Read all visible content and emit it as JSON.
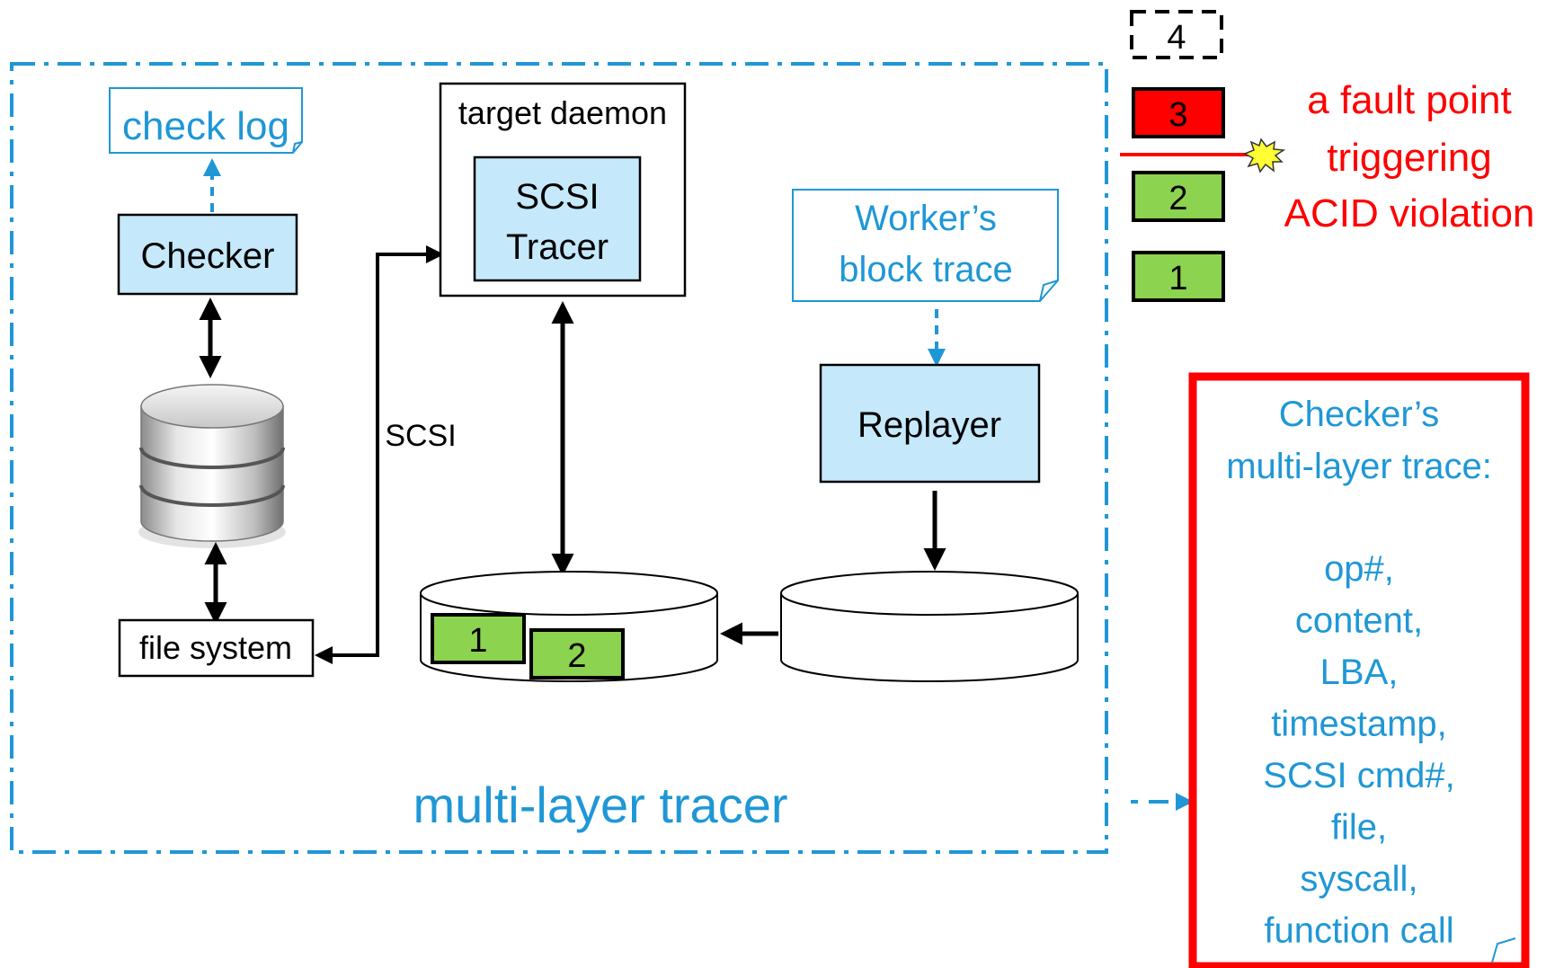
{
  "colors": {
    "blue_text": "#1f97d6",
    "blue_line": "#1f97d6",
    "box_fill": "#c5e9fb",
    "green": "#8cd34f",
    "red": "#ff0000",
    "black": "#000000",
    "star_fill": "#ffff33"
  },
  "tracer": {
    "label": "multi-layer tracer"
  },
  "check_log": {
    "label": "check log"
  },
  "checker": {
    "label": "Checker"
  },
  "database": {
    "icon": "database-icon"
  },
  "file_system": {
    "label": "file system"
  },
  "scsi_link": {
    "label": "SCSI"
  },
  "target_daemon": {
    "label": "target daemon",
    "scsi_tracer": {
      "line1": "SCSI",
      "line2": "Tracer"
    }
  },
  "worker_trace": {
    "line1": "Worker’s",
    "line2": "block trace"
  },
  "replayer": {
    "label": "Replayer"
  },
  "left_disk": {
    "blocks": [
      "1",
      "2"
    ]
  },
  "stack": {
    "blocks": [
      {
        "label": "4",
        "state": "pending"
      },
      {
        "label": "3",
        "state": "fault"
      },
      {
        "label": "2",
        "state": "written"
      },
      {
        "label": "1",
        "state": "written"
      }
    ]
  },
  "fault": {
    "line1": "a fault point",
    "line2": "triggering",
    "line3": "ACID violation",
    "icon": "explosion-icon"
  },
  "multi_trace": {
    "title1": "Checker’s",
    "title2": "multi-layer trace:",
    "items": [
      "op#,",
      "content,",
      "LBA,",
      "timestamp,",
      "SCSI cmd#,",
      "file,",
      "syscall,",
      "function call"
    ]
  }
}
